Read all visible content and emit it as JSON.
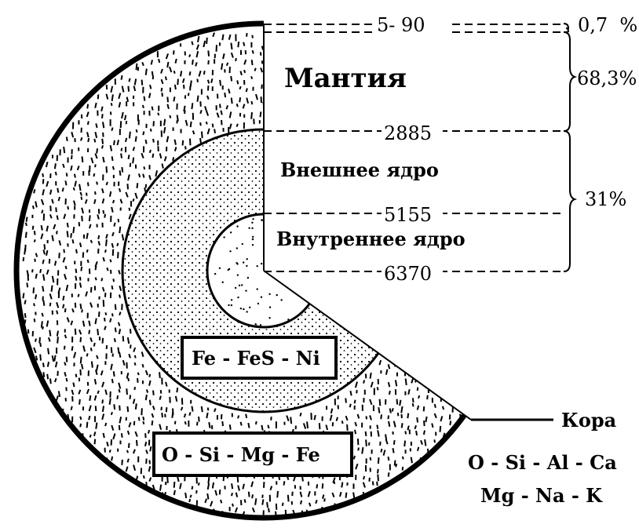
{
  "diagram": {
    "layers": {
      "mantle": "Мантия",
      "outer_core": "Внешнее ядро",
      "inner_core": "Внутреннее ядро",
      "crust": "Кора"
    },
    "depths": {
      "crust": "5- 90",
      "mantle_base": "2885",
      "outer_core_base": "5155",
      "center": "6370"
    },
    "mass_percent": {
      "crust": "0,7  %",
      "mantle": "68,3%",
      "core": "31%"
    },
    "composition": {
      "core": "Fe - FeS - Ni",
      "mantle": "O - Si - Mg - Fe",
      "crust_line1": "O - Si - Al - Ca",
      "crust_line2": "Mg - Na - K"
    }
  }
}
